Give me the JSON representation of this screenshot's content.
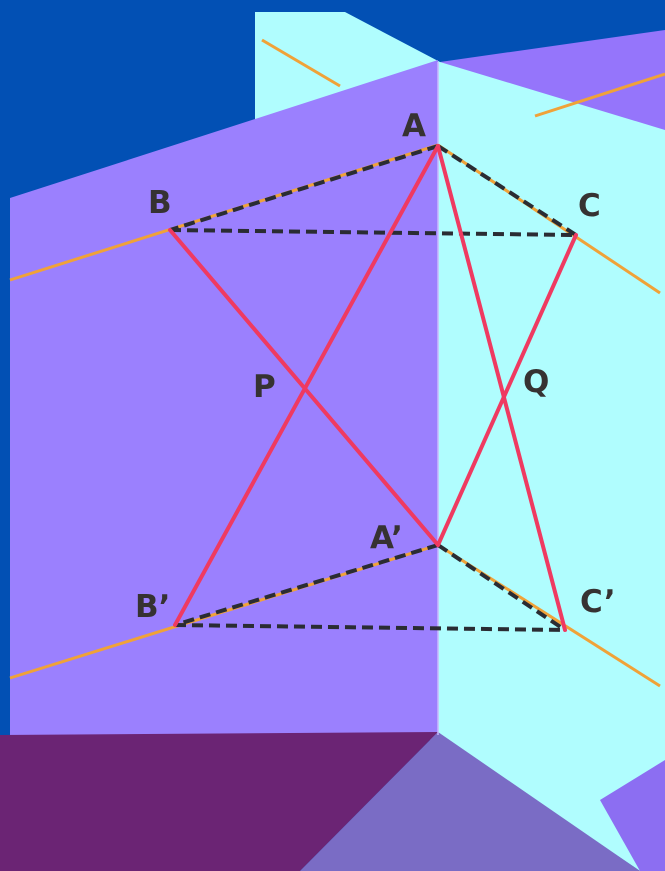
{
  "points": {
    "A": {
      "label": "A"
    },
    "B": {
      "label": "B"
    },
    "C": {
      "label": "C"
    },
    "A1": {
      "label": "A’"
    },
    "B1": {
      "label": "B’"
    },
    "C1": {
      "label": "C’"
    },
    "P": {
      "label": "P"
    },
    "Q": {
      "label": "Q"
    }
  },
  "colors": {
    "background_blue": "#0250b4",
    "far_wall": "#9575fb",
    "left_plane": "#9b80fe",
    "right_plane": "#b0fdfe",
    "floor_left": "#6b2474",
    "floor_right": "#7a6cc5",
    "intersection_lines": "#ef3a61",
    "dashed_edges": "#2a2c33",
    "plane_lines": "#f0a238",
    "label_text": "#363232"
  }
}
